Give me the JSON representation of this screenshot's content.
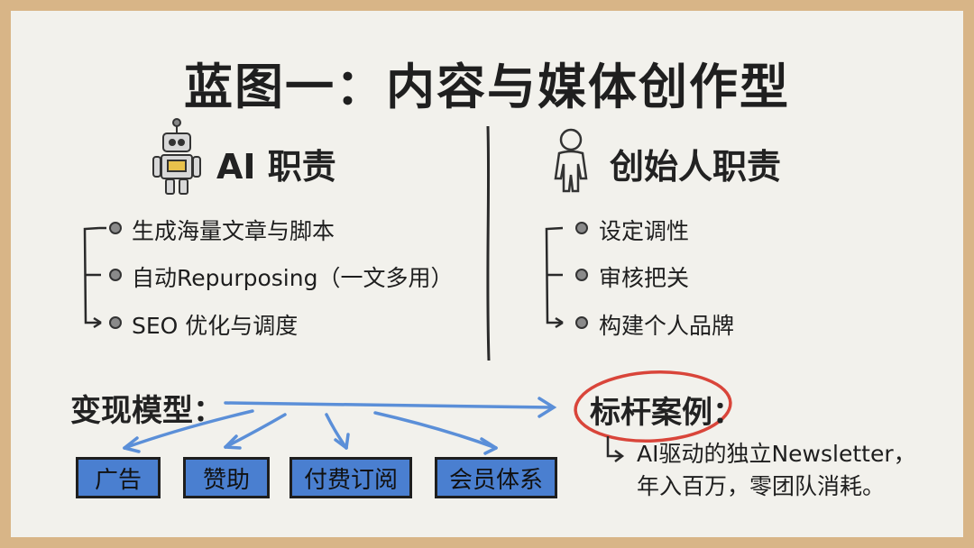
{
  "title": "蓝图一：内容与媒体创作型",
  "ai": {
    "heading": "AI 职责",
    "icon": "robot-icon",
    "items": [
      "生成海量文章与脚本",
      "自动Repurposing（一文多用）",
      "SEO 优化与调度"
    ]
  },
  "founder": {
    "heading": "创始人职责",
    "icon": "person-icon",
    "items": [
      "设定调性",
      "审核把关",
      "构建个人品牌"
    ]
  },
  "monetization": {
    "label": "变现模型：",
    "items": [
      "广告",
      "赞助",
      "付费订阅",
      "会员体系"
    ]
  },
  "benchmark": {
    "label": "标杆案例：",
    "line1": "AI驱动的独立Newsletter，",
    "line2": "年入百万，零团队消耗。"
  },
  "colors": {
    "accent_blue": "#4a7fd0",
    "arrow_blue": "#5b8fd8",
    "circle_red": "#d9453a",
    "frame_wood": "#d8b587",
    "board_bg": "#f2f1ec"
  }
}
